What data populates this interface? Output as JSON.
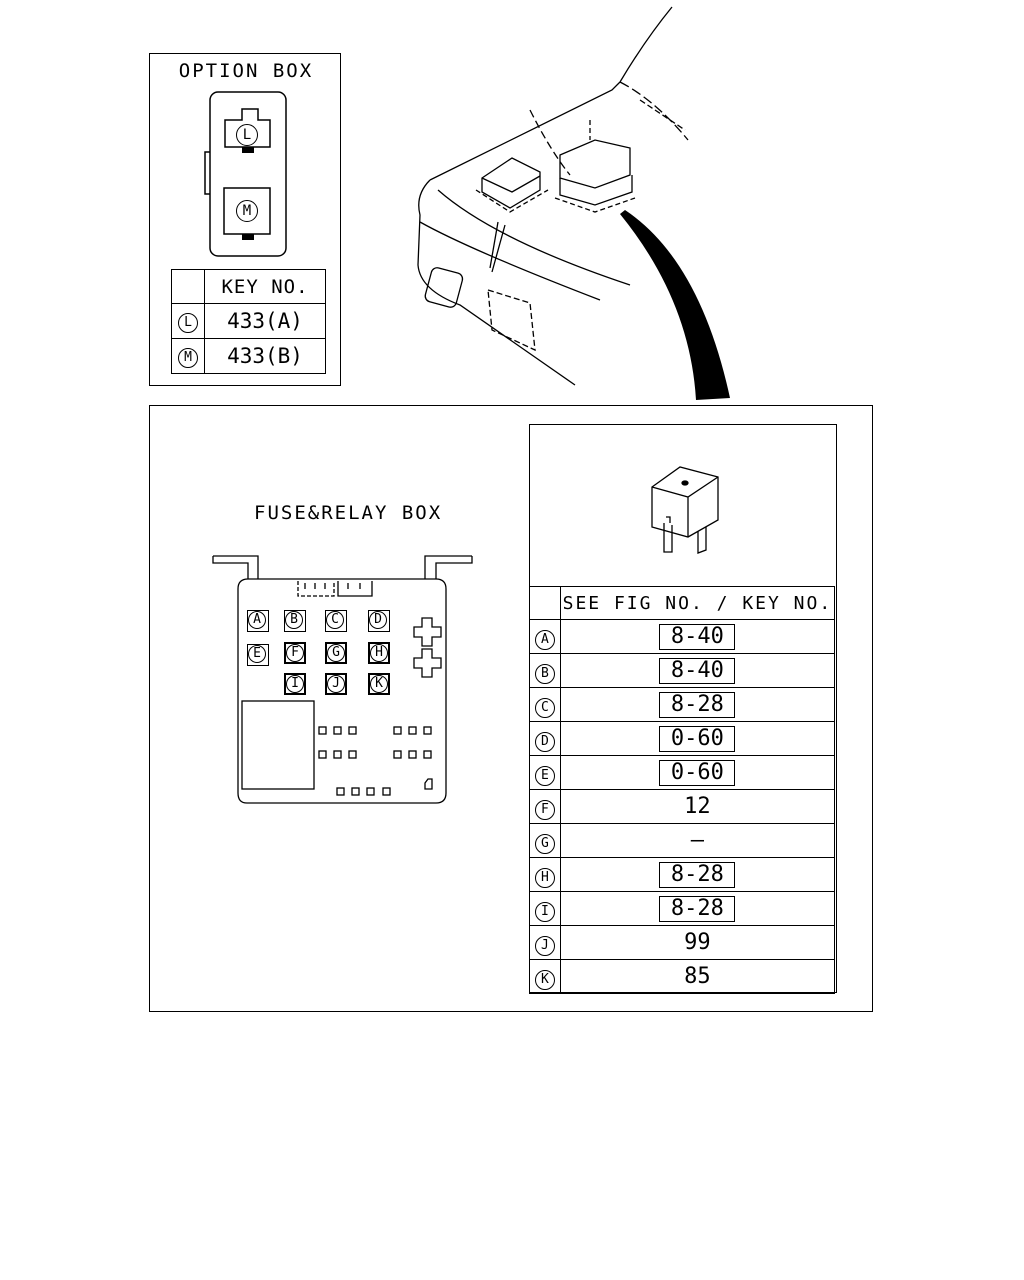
{
  "option_box": {
    "title": "OPTION BOX",
    "connector_l": "L",
    "connector_m": "M",
    "table_header": "KEY NO.",
    "rows": [
      {
        "letter": "L",
        "value": "433(A)"
      },
      {
        "letter": "M",
        "value": "433(B)"
      }
    ]
  },
  "fuse_relay_box": {
    "title": "FUSE&RELAY BOX",
    "slots": [
      "A",
      "B",
      "C",
      "D",
      "E",
      "F",
      "G",
      "H",
      "I",
      "J",
      "K"
    ]
  },
  "ref_table": {
    "header": "SEE FIG NO. / KEY NO.",
    "rows": [
      {
        "letter": "A",
        "value": "8-40",
        "boxed": true
      },
      {
        "letter": "B",
        "value": "8-40",
        "boxed": true
      },
      {
        "letter": "C",
        "value": "8-28",
        "boxed": true
      },
      {
        "letter": "D",
        "value": "0-60",
        "boxed": true
      },
      {
        "letter": "E",
        "value": "0-60",
        "boxed": true
      },
      {
        "letter": "F",
        "value": "12",
        "boxed": false
      },
      {
        "letter": "G",
        "value": "—",
        "boxed": false
      },
      {
        "letter": "H",
        "value": "8-28",
        "boxed": true
      },
      {
        "letter": "I",
        "value": "8-28",
        "boxed": true
      },
      {
        "letter": "J",
        "value": "99",
        "boxed": false
      },
      {
        "letter": "K",
        "value": "85",
        "boxed": false
      }
    ]
  }
}
